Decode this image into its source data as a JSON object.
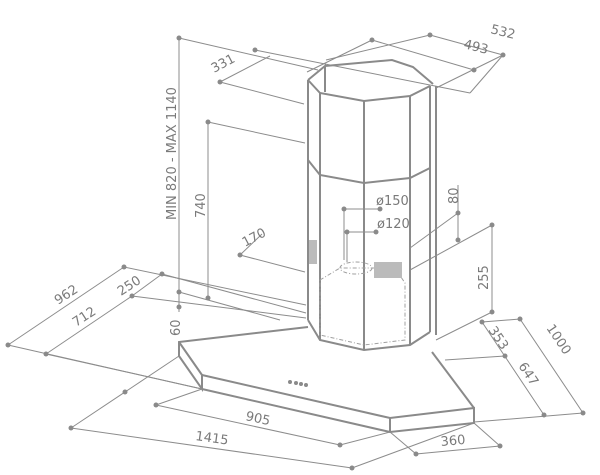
{
  "drawing": {
    "colors": {
      "line": "#8a8a8a",
      "text": "#7a7a7a",
      "background": "#ffffff"
    },
    "dimensions": {
      "top_width_outer": "532",
      "top_width_inner": "493",
      "top_depth": "331",
      "height_range": "MIN 820 - MAX 1140",
      "chimney_height": "740",
      "duct_outer": "ø150",
      "duct_inner": "ø120",
      "outlet_offset": "80",
      "outlet_side": "170",
      "outlet_height": "255",
      "depth_total": "962",
      "depth_inner": "712",
      "front_offset": "250",
      "canopy_thickness": "60",
      "side_353": "353",
      "side_647": "647",
      "side_1000": "1000",
      "width_inner": "905",
      "width_total": "1415",
      "corner_360": "360"
    }
  }
}
